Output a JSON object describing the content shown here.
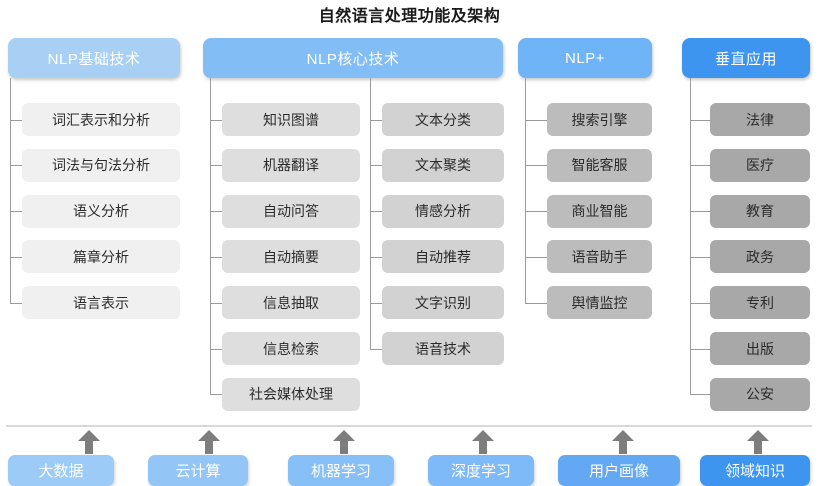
{
  "title": "自然语言处理功能及架构",
  "colors": {
    "header_basic": "#a8d0f5",
    "header_core": "#82bdf5",
    "header_plus": "#6fb4f7",
    "header_vertical": "#3d95ef",
    "item_col1": "#f0f0f0",
    "item_col2a": "#dedede",
    "item_col2b": "#d2d2d2",
    "item_col3": "#bcbcbc",
    "item_col4": "#a8a8a8",
    "connector": "#9a9a9a",
    "arrow": "#7d7d7d",
    "rule": "#d9d9d9",
    "title_text": "#1a1a1a"
  },
  "columns": [
    {
      "id": "nlp-basic",
      "header": "NLP基础技术",
      "groups": [
        {
          "items": [
            "词汇表示和分析",
            "词法与句法分析",
            "语义分析",
            "篇章分析",
            "语言表示"
          ]
        }
      ]
    },
    {
      "id": "nlp-core",
      "header": "NLP核心技术",
      "groups": [
        {
          "items": [
            "知识图谱",
            "机器翻译",
            "自动问答",
            "自动摘要",
            "信息抽取",
            "信息检索",
            "社会媒体处理"
          ]
        },
        {
          "items": [
            "文本分类",
            "文本聚类",
            "情感分析",
            "自动推荐",
            "文字识别",
            "语音技术"
          ]
        }
      ]
    },
    {
      "id": "nlp-plus",
      "header": "NLP+",
      "groups": [
        {
          "items": [
            "搜索引擎",
            "智能客服",
            "商业智能",
            "语音助手",
            "舆情监控"
          ]
        }
      ]
    },
    {
      "id": "vertical-app",
      "header": "垂直应用",
      "groups": [
        {
          "items": [
            "法律",
            "医疗",
            "教育",
            "政务",
            "专利",
            "出版",
            "公安"
          ]
        }
      ]
    }
  ],
  "foundation": {
    "items": [
      {
        "label": "大数据",
        "color": "#9ccbf7"
      },
      {
        "label": "云计算",
        "color": "#93c6f7"
      },
      {
        "label": "机器学习",
        "color": "#87bff7"
      },
      {
        "label": "深度学习",
        "color": "#7dbaf7"
      },
      {
        "label": "用户画像",
        "color": "#62a8f3"
      },
      {
        "label": "领域知识",
        "color": "#3d95ef"
      }
    ]
  }
}
